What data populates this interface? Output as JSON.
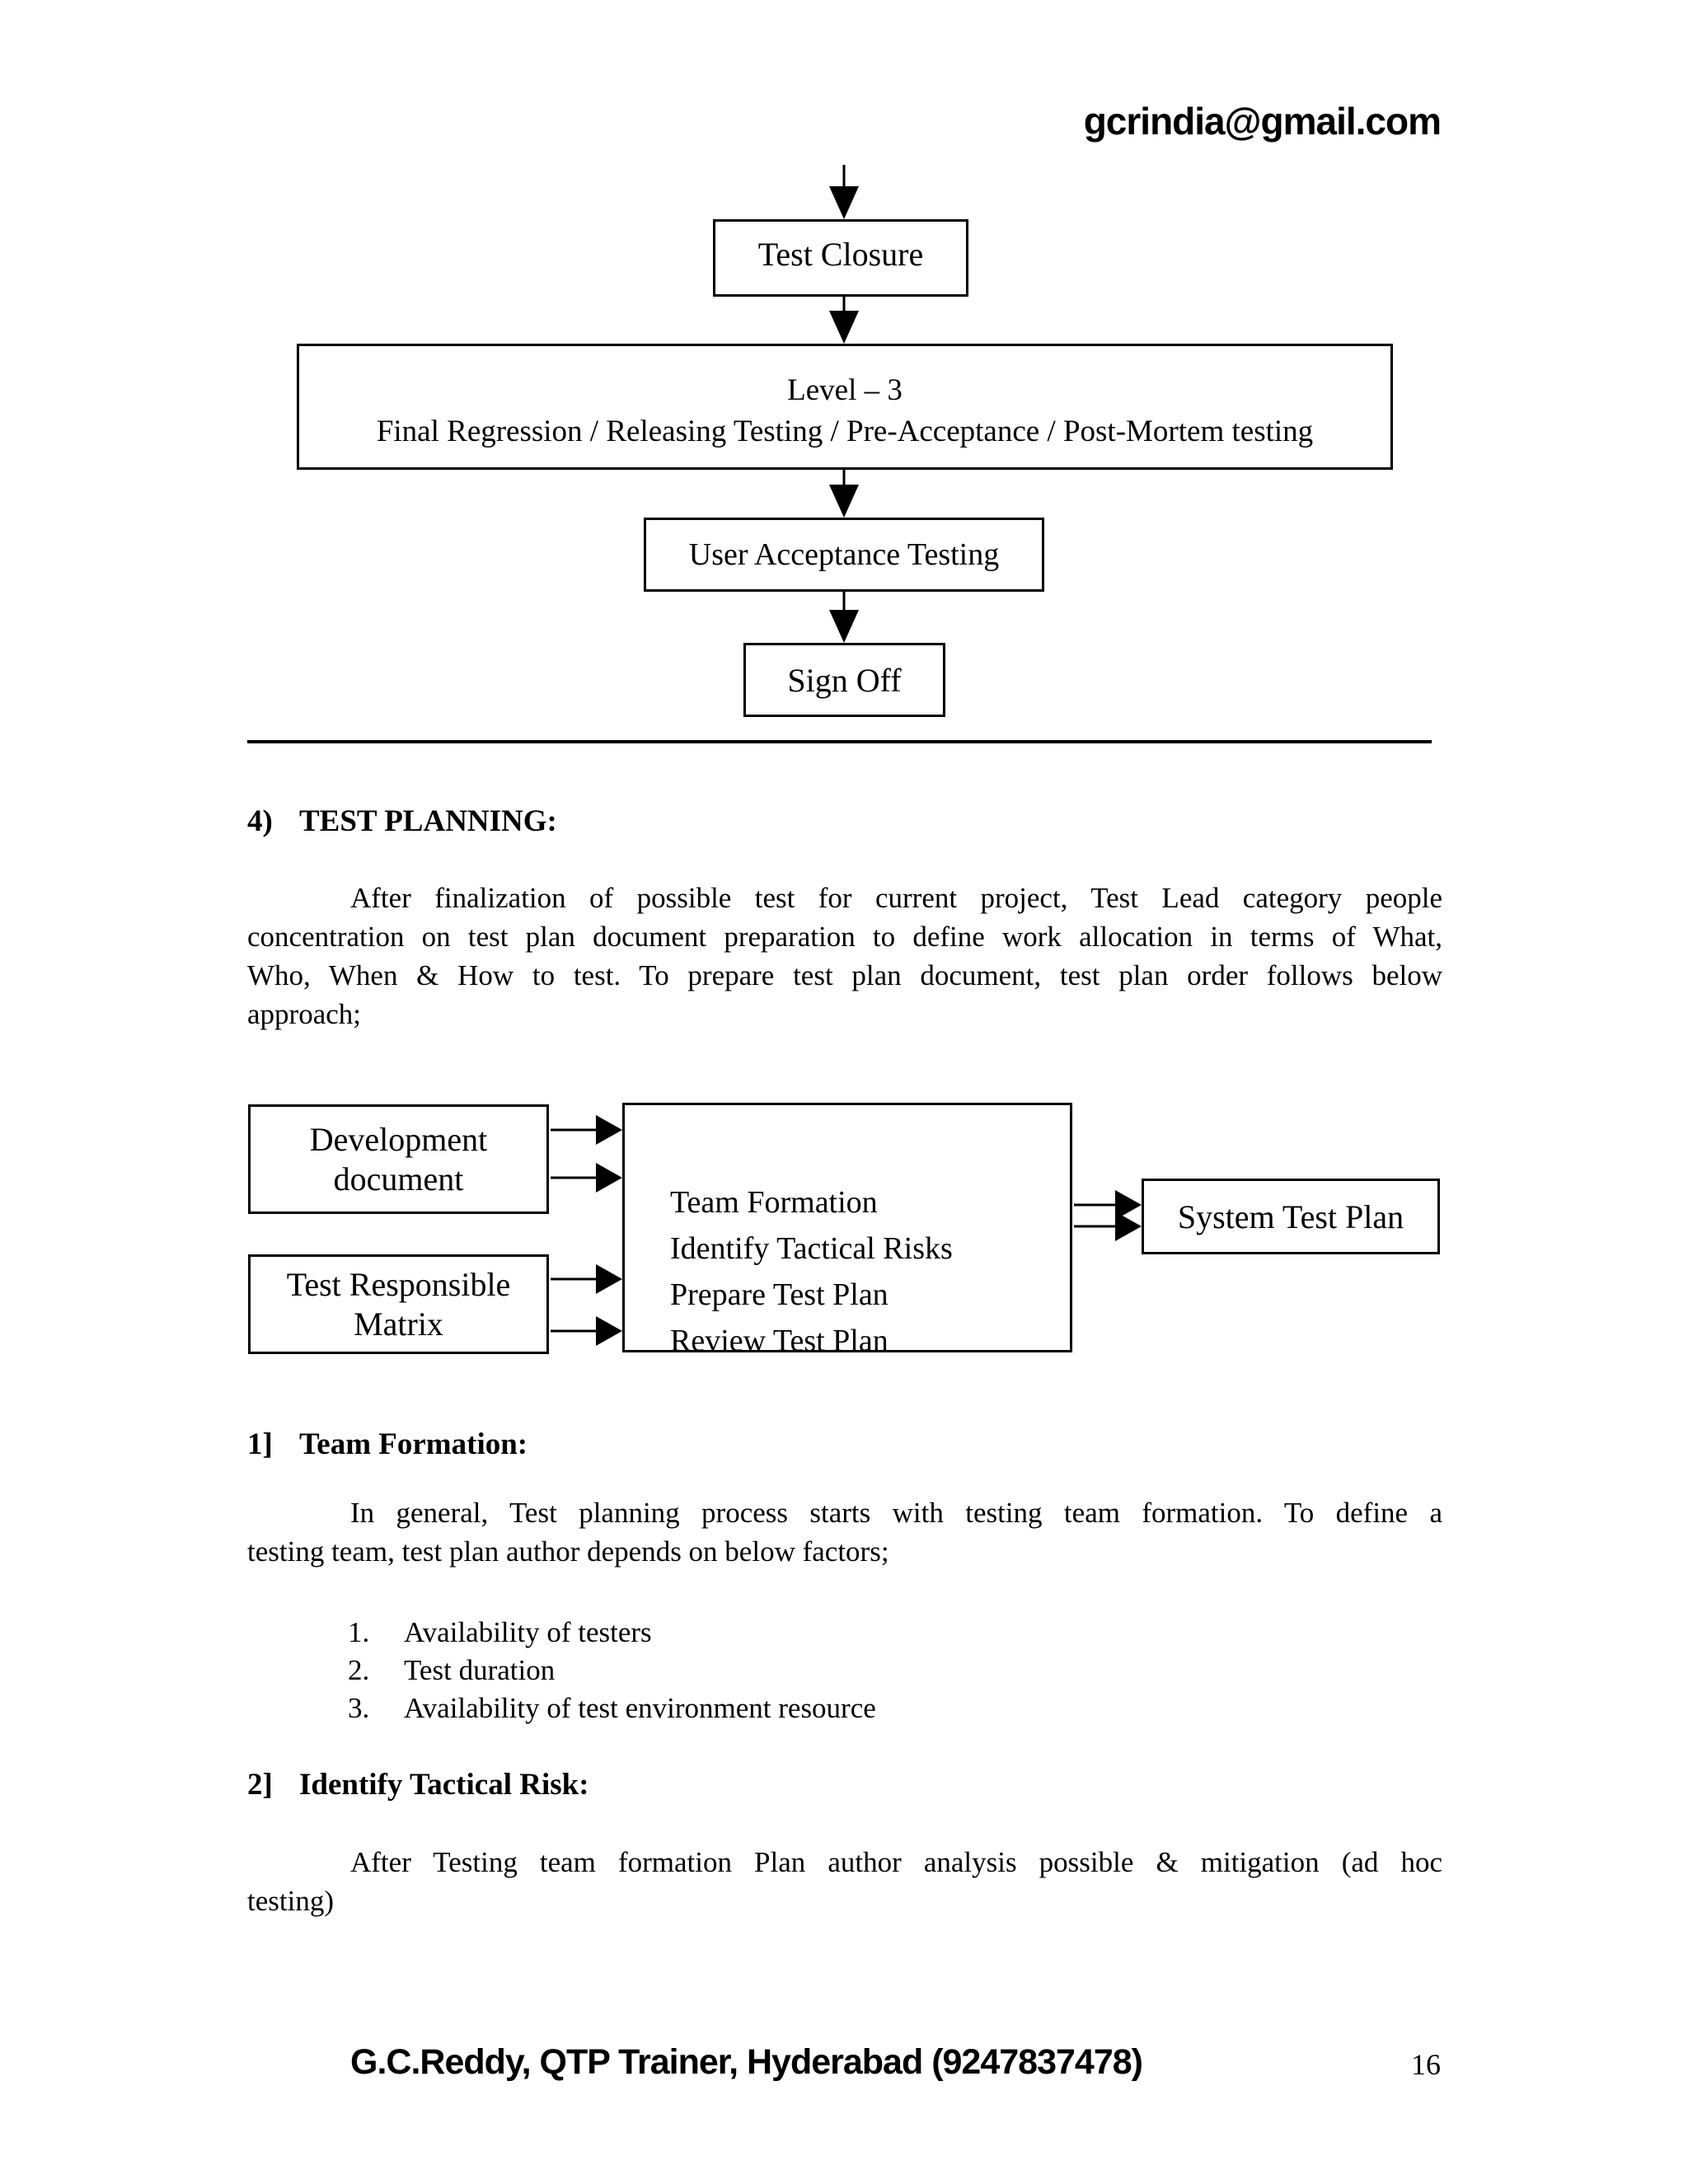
{
  "header": {
    "email": "gcrindia@gmail.com"
  },
  "flow1": {
    "test_closure": "Test Closure",
    "level3_line1": "Level – 3",
    "level3_line2": "Final Regression / Releasing Testing / Pre-Acceptance / Post-Mortem testing",
    "uat": "User Acceptance Testing",
    "sign_off": "Sign Off"
  },
  "section4": {
    "num": "4)",
    "title": "TEST PLANNING:",
    "para_line1": "After finalization of possible test for current project, Test Lead category people",
    "para_line2": "concentration on test plan document preparation to define work allocation in terms of What,",
    "para_line3": "Who, When & How to test. To prepare test plan document, test plan order follows below",
    "para_line4": "approach;"
  },
  "flow2": {
    "dev_line1": "Development",
    "dev_line2": "document",
    "matrix_line1": "Test Responsible",
    "matrix_line2": "Matrix",
    "center_line1": "Team Formation",
    "center_line2": "Identify Tactical Risks",
    "center_line3": "Prepare Test Plan",
    "center_line4": "Review Test Plan",
    "stp": "System Test Plan"
  },
  "section1": {
    "num": "1]",
    "title": "Team Formation:",
    "para_line1": "In general, Test planning process starts with testing team formation. To define a",
    "para_line2": "testing team, test plan author depends on below factors;",
    "list": [
      {
        "num": "1.",
        "text": "Availability of testers"
      },
      {
        "num": "2.",
        "text": "Test duration"
      },
      {
        "num": "3.",
        "text": "Availability of test environment resource"
      }
    ]
  },
  "section2": {
    "num": "2]",
    "title": "Identify Tactical Risk:",
    "para_line1": "After Testing team formation Plan author analysis possible & mitigation (ad hoc",
    "para_line2": "testing)"
  },
  "footer": {
    "text": "G.C.Reddy, QTP Trainer, Hyderabad (9247837478)",
    "page_number": "16"
  }
}
